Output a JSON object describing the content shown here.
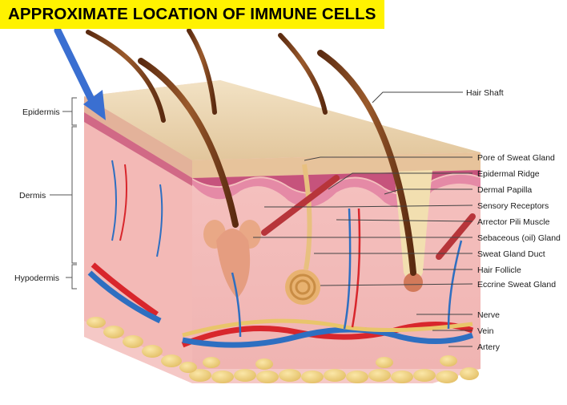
{
  "title": "APPROXIMATE LOCATION OF IMMUNE CELLS",
  "layers": {
    "epidermis": "Epidermis",
    "dermis": "Dermis",
    "hypodermis": "Hypodermis"
  },
  "structures": [
    "Hair Shaft",
    "Pore of Sweat Gland",
    "Epidermal Ridge",
    "Dermal Papilla",
    "Sensory Receptors",
    "Arrector Pili Muscle",
    "Sebaceous (oil) Gland",
    "Sweat Gland Duct",
    "Hair Follicle",
    "Eccrine Sweat Gland",
    "Nerve",
    "Vein",
    "Artery"
  ],
  "colors": {
    "highlight": "#fff200",
    "pointer_arrow": "#3a6fd1",
    "epidermis": "#e8cfa8",
    "dermis": "#f3b7b9",
    "hypodermis_fat": "#f0d68a",
    "artery": "#d8262c",
    "vein": "#2e6fc1",
    "nerve": "#e9c56a",
    "hair": "#7a3d1c"
  },
  "icons": [
    "pointer-arrow-icon"
  ]
}
